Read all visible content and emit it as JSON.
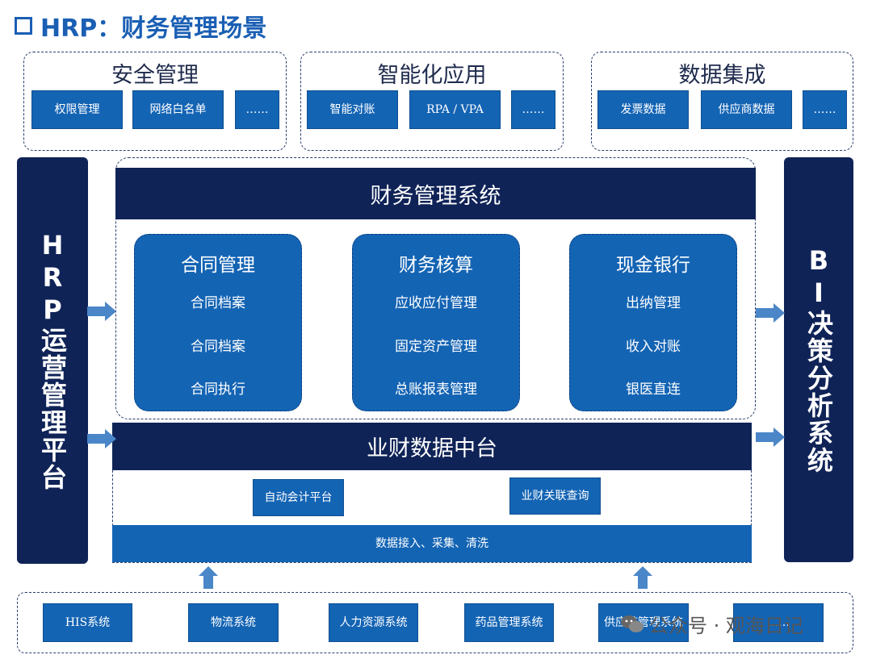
{
  "page_title": "HRP：财务管理场景",
  "top_groups": [
    {
      "title": "安全管理",
      "items": [
        "权限管理",
        "网络白名单",
        "……"
      ]
    },
    {
      "title": "智能化应用",
      "items": [
        "智能对账",
        "RPA / VPA",
        "……"
      ]
    },
    {
      "title": "数据集成",
      "items": [
        "发票数据",
        "供应商数据",
        "……"
      ]
    }
  ],
  "left_platform": "HRP运营管理平台",
  "right_platform": "BI决策分析系统",
  "finance_system": {
    "title": "财务管理系统",
    "modules": [
      {
        "title": "合同管理",
        "items": [
          "合同档案",
          "合同档案",
          "合同执行"
        ]
      },
      {
        "title": "财务核算",
        "items": [
          "应收应付管理",
          "固定资产管理",
          "总账报表管理"
        ]
      },
      {
        "title": "现金银行",
        "items": [
          "出纳管理",
          "收入对账",
          "银医直连"
        ]
      }
    ]
  },
  "data_hub": {
    "title": "业财数据中台",
    "items": [
      "自动会计平台",
      "业财关联查询"
    ],
    "bottom_bar": "数据接入、采集、清洗"
  },
  "source_systems": [
    "HIS系统",
    "物流系统",
    "人力资源系统",
    "药品管理系统",
    "供应链管理系统",
    "……"
  ],
  "watermark": "公众号 · 观海日记",
  "colors": {
    "navy": "#0f2357",
    "blue": "#1464b4",
    "arrow": "#4a86c8",
    "title": "#1a5fb4"
  }
}
